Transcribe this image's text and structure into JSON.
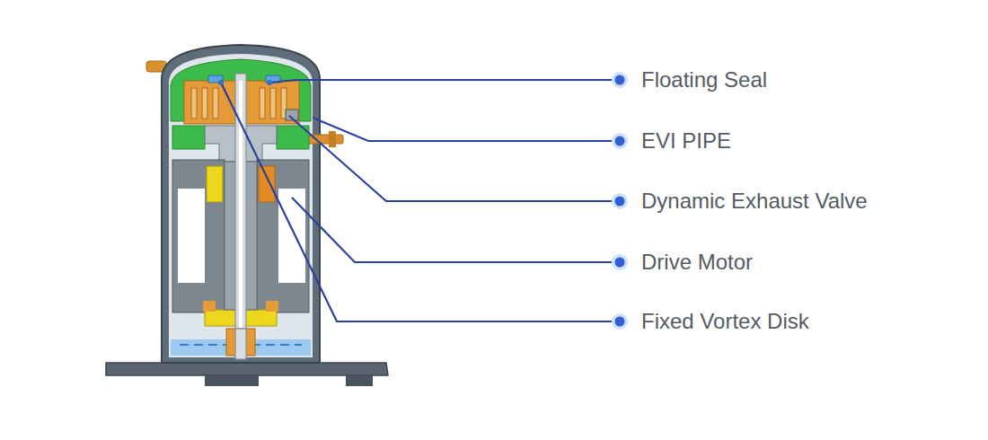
{
  "diagram": {
    "labels": [
      "Floating Seal",
      "EVI PIPE",
      "Dynamic Exhaust Valve",
      "Drive Motor",
      "Fixed Vortex Disk"
    ]
  }
}
